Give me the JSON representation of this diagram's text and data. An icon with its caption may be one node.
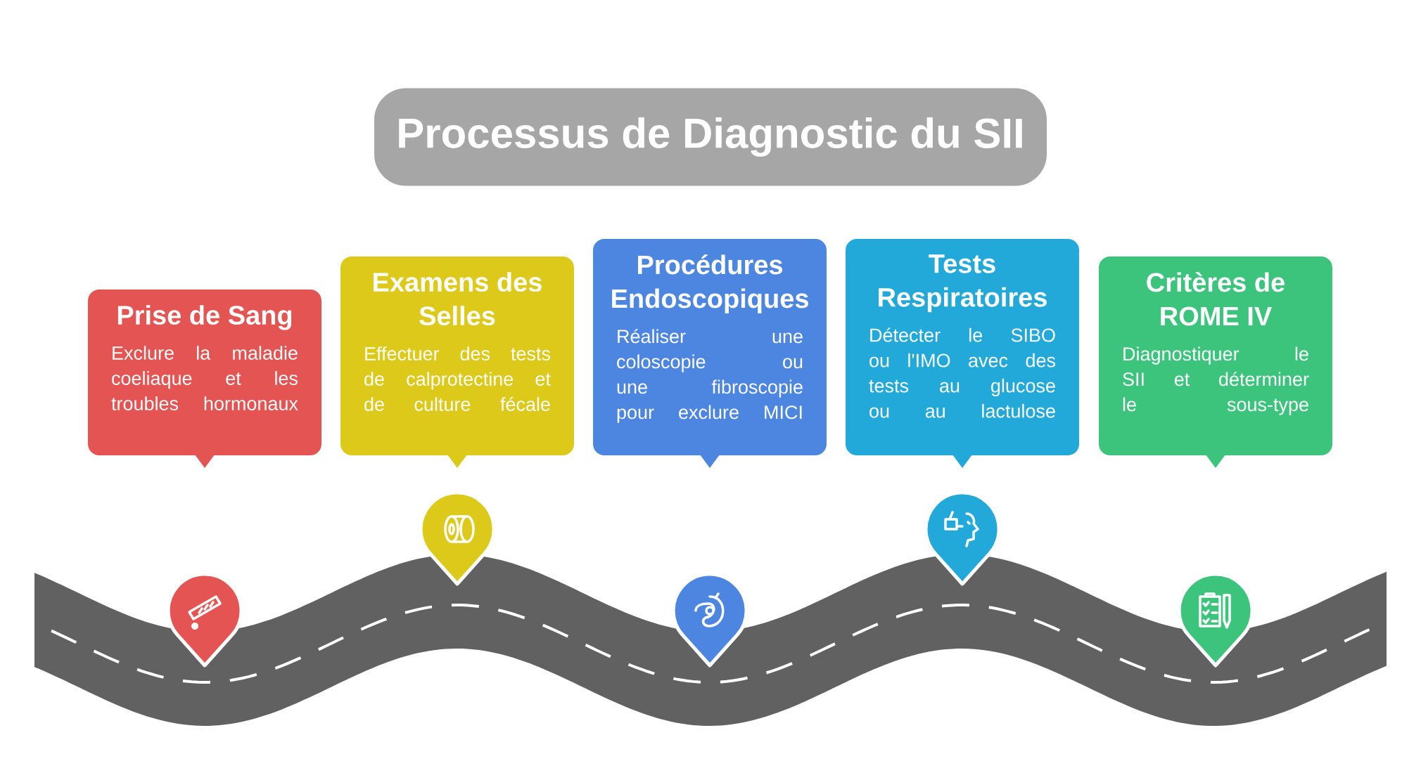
{
  "diagram": {
    "title": "Processus de Diagnostic du SII",
    "nodes": [
      {
        "text": [
          "Prise de Sang",
          "Exclure la maladie coeliaque et les troubles hormonaux"
        ]
      },
      {
        "text": [
          "Examens des Selles",
          "Effectuer des tests de calprotectine et de culture fécale"
        ]
      },
      {
        "text": [
          "Procédures Endoscopiques",
          "Réaliser une coloscopie ou une fibroscopie pour exclure MICI"
        ]
      },
      {
        "text": [
          "Tests Respiratoires",
          "Détecter le SIBO ou l'IMO avec des tests au glucose ou au lactulose"
        ]
      },
      {
        "text": [
          "Critères de ROME IV",
          "Diagnostiquer le SII et déterminer le sous-type"
        ]
      }
    ]
  }
}
